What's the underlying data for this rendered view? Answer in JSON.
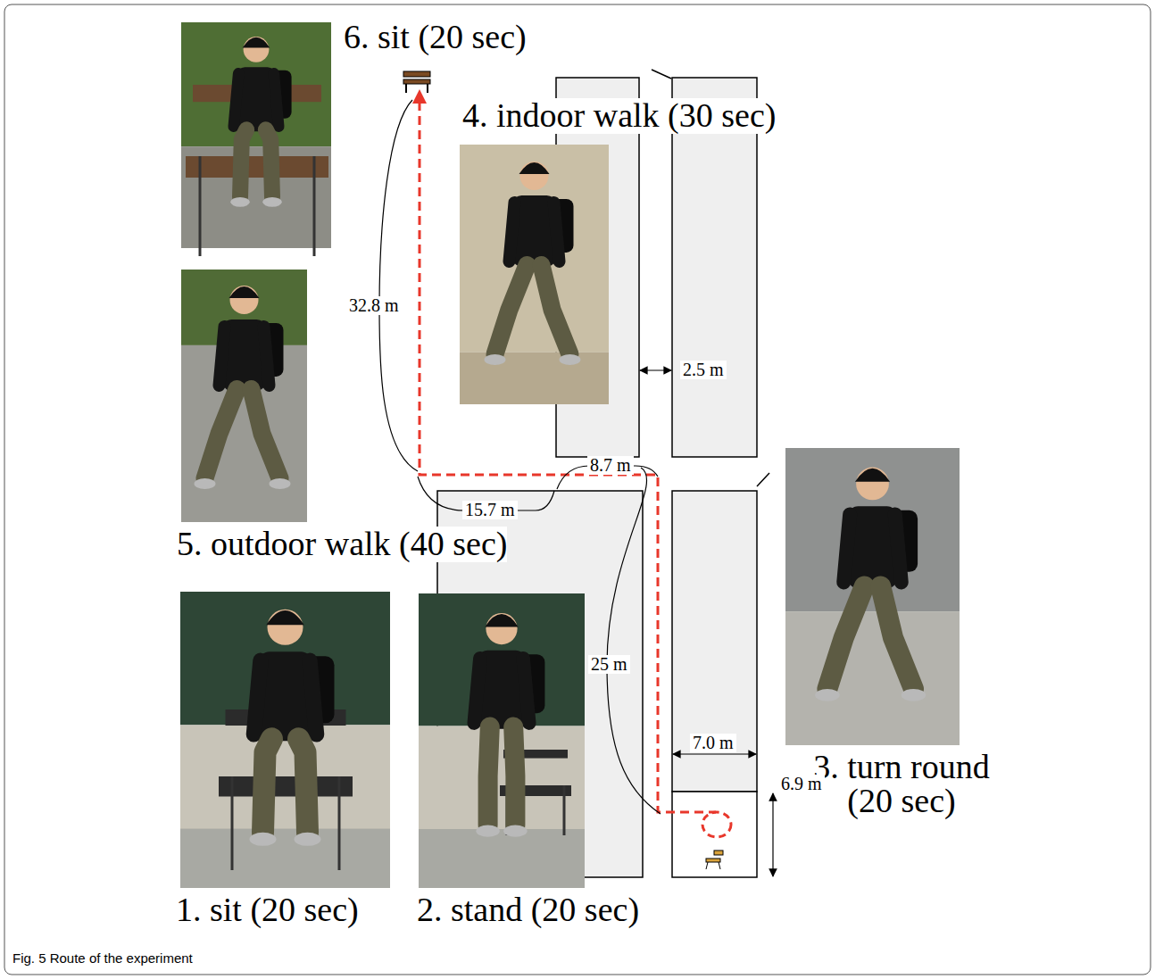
{
  "diagram": {
    "caption": "Fig. 5 Route of the experiment",
    "labels": [
      "6. sit (20 sec)",
      "4. indoor walk (30 sec)",
      "32.8 m",
      "2.5 m",
      "8.7 m",
      "15.7 m",
      "5. outdoor walk (40 sec)",
      "25 m",
      "3. turn round (20 sec)",
      "7.0 m",
      "6.9 m",
      "1. sit (20 sec)",
      "2. stand (20 sec)"
    ]
  }
}
